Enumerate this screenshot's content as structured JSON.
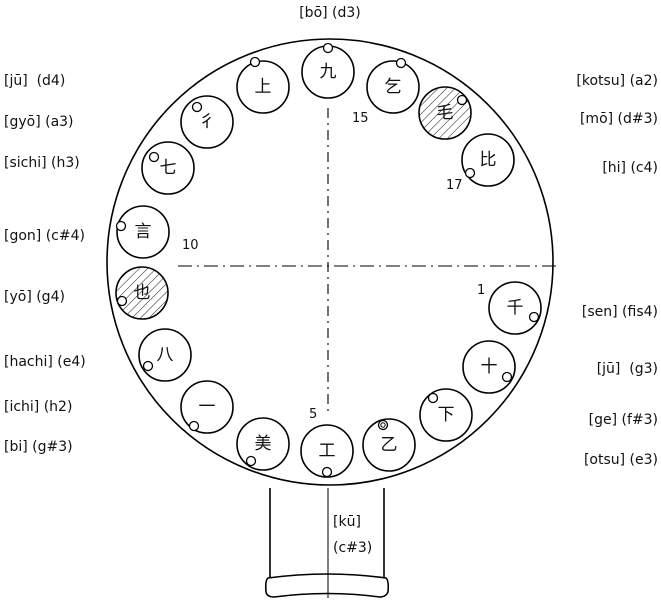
{
  "top_label": "[bō] (d3)",
  "left_labels": [
    "[jū]  (d4)",
    "[gyō] (a3)",
    "[sichi] (h3)",
    "[gon] (c#4)",
    "[yō] (g4)",
    "[hachi] (e4)",
    "[ichi] (h2)",
    "[bi] (g#3)"
  ],
  "right_labels": [
    "[kotsu] (a2)",
    "[mō] (d#3)",
    "[hi] (c4)",
    "[sen] (fis4)",
    "[jū]  (g3)",
    "[ge] (f#3)",
    "[otsu] (e3)"
  ],
  "neck_label": [
    "[kū]",
    "(c#3)"
  ],
  "numbers": [
    "15",
    "17",
    "10",
    "1",
    "5"
  ],
  "holes": [
    {
      "char": "九",
      "hatched": false
    },
    {
      "char": "上",
      "hatched": false
    },
    {
      "char": "乞",
      "hatched": false
    },
    {
      "char": "彳",
      "hatched": false
    },
    {
      "char": "毛",
      "hatched": true
    },
    {
      "char": "七",
      "hatched": false
    },
    {
      "char": "比",
      "hatched": false
    },
    {
      "char": "言",
      "hatched": false
    },
    {
      "char": "也",
      "hatched": true
    },
    {
      "char": "千",
      "hatched": false
    },
    {
      "char": "八",
      "hatched": false
    },
    {
      "char": "十",
      "hatched": false
    },
    {
      "char": "一",
      "hatched": false
    },
    {
      "char": "下",
      "hatched": false
    },
    {
      "char": "美",
      "hatched": false
    },
    {
      "char": "工",
      "hatched": false
    },
    {
      "char": "乙",
      "hatched": false
    }
  ]
}
